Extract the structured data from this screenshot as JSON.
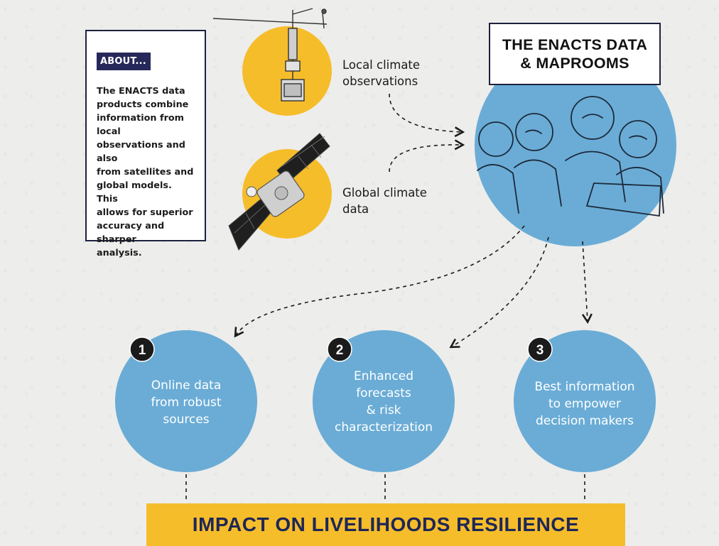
{
  "about": {
    "tag": "ABOUT...",
    "lines": [
      "The ENACTS data",
      "products combine",
      "information from local",
      "observations and also",
      "from satellites and",
      "global models. This",
      "allows for superior",
      "accuracy and sharper",
      "analysis."
    ]
  },
  "title": {
    "line1": "THE ENACTS DATA",
    "line2": "& MAPROOMS"
  },
  "inputs": {
    "local": {
      "line1": "Local climate",
      "line2": "observations"
    },
    "global": {
      "line1": "Global climate",
      "line2": "data"
    }
  },
  "outcomes": [
    {
      "number": "1",
      "lines": [
        "Online data",
        "from robust",
        "sources"
      ]
    },
    {
      "number": "2",
      "lines": [
        "Enhanced",
        "forecasts",
        "& risk",
        "characterization"
      ]
    },
    {
      "number": "3",
      "lines": [
        "Best information",
        "to empower",
        "decision makers"
      ]
    }
  ],
  "impact": "IMPACT ON LIVELIHOODS RESILIENCE",
  "colors": {
    "yellow": "#f6bd2b",
    "blue": "#6aacd6",
    "navy": "#27285a",
    "dark": "#1b1b1b"
  }
}
